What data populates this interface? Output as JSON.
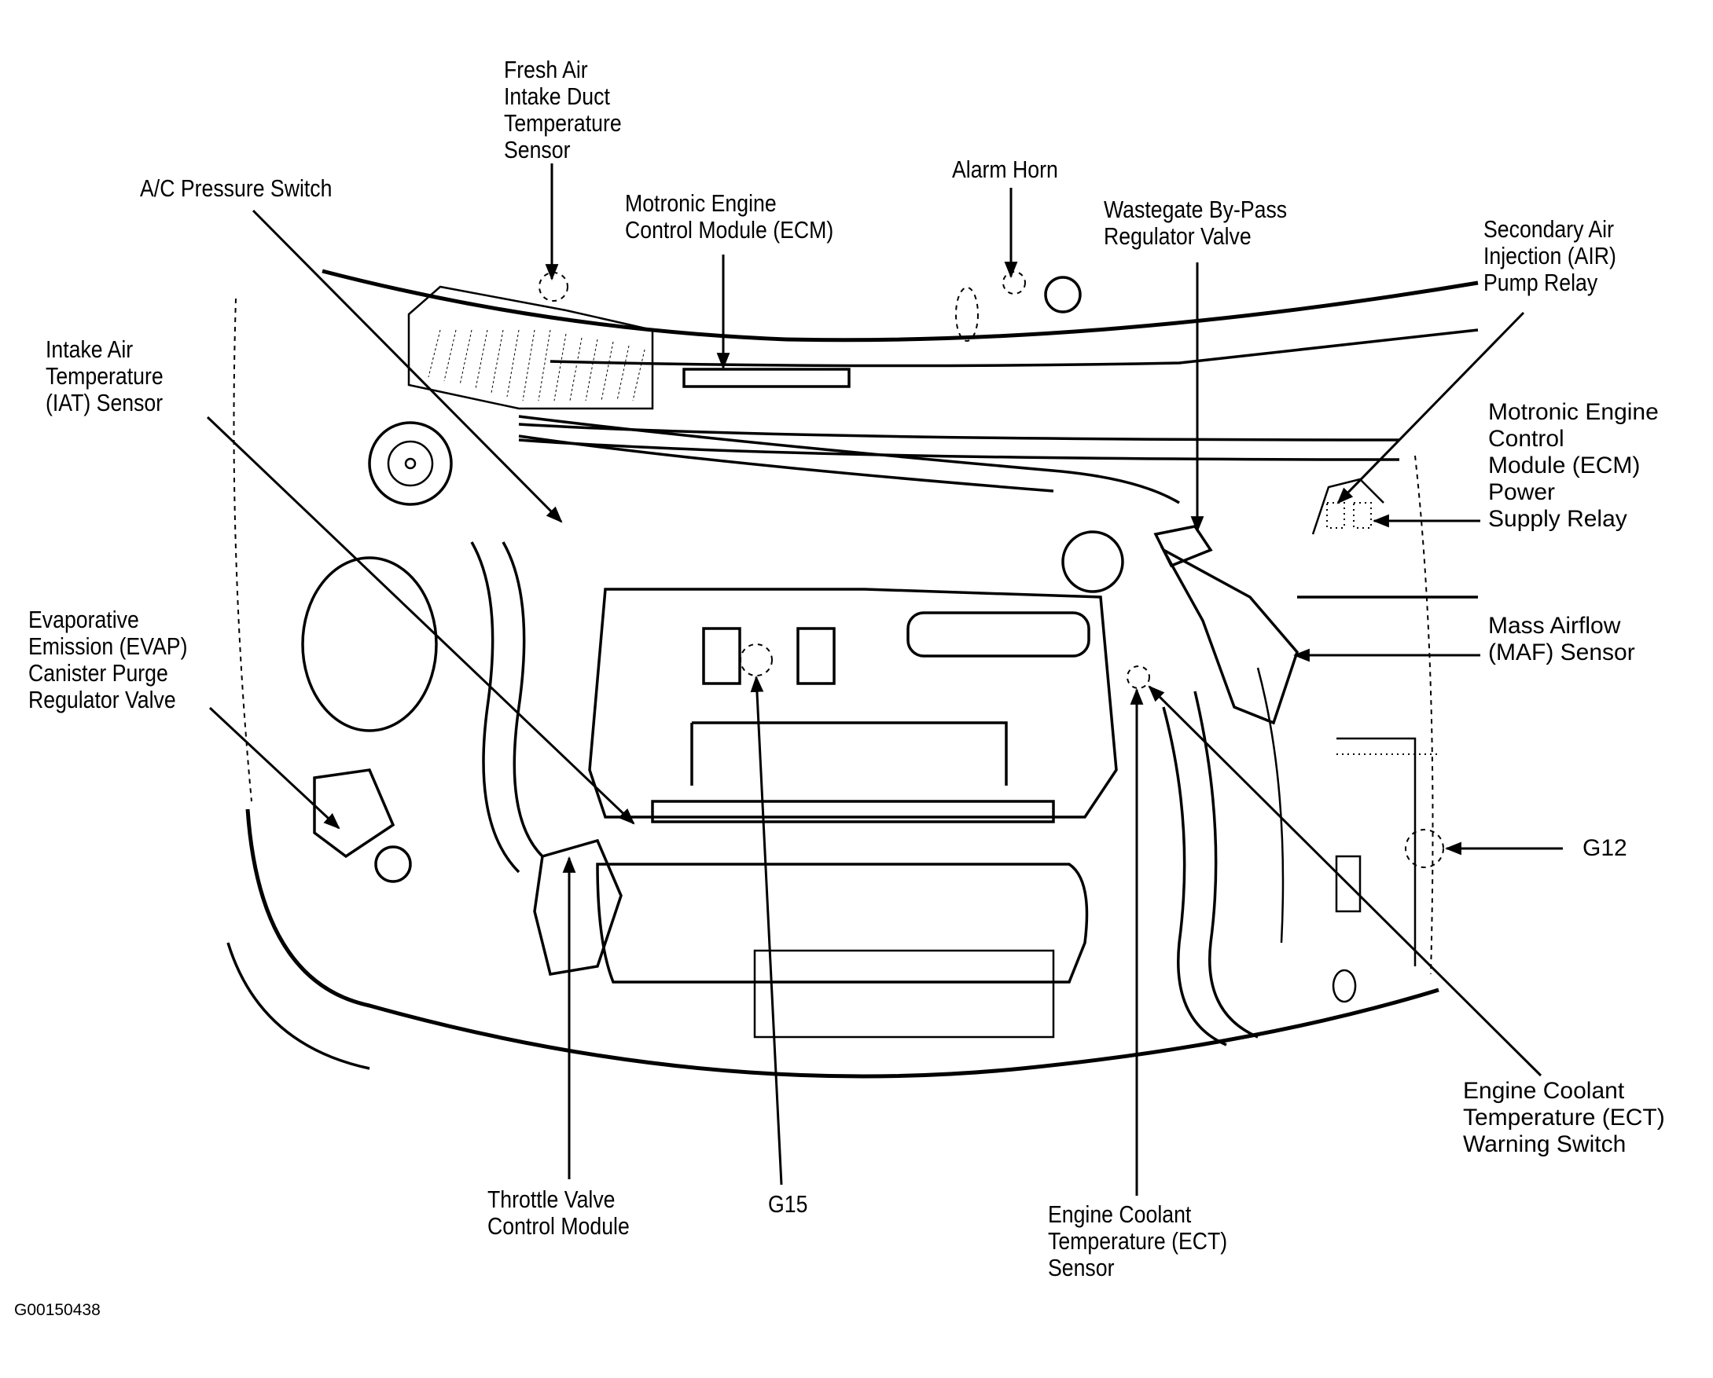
{
  "diagram": {
    "title": "Engine Compartment Component Locator",
    "figure_id": "G00150438",
    "callouts": [
      {
        "id": "fresh-air-intake-duct-temperature-sensor",
        "text": "Fresh Air\nIntake Duct\nTemperature\nSensor"
      },
      {
        "id": "ac-pressure-switch",
        "text": "A/C Pressure Switch"
      },
      {
        "id": "motronic-ecm",
        "text": "Motronic Engine\nControl Module (ECM)"
      },
      {
        "id": "alarm-horn",
        "text": "Alarm Horn"
      },
      {
        "id": "wastegate-bypass-regulator-valve",
        "text": "Wastegate By-Pass\nRegulator Valve"
      },
      {
        "id": "secondary-air-injection-pump-relay",
        "text": "Secondary Air\nInjection (AIR)\nPump Relay"
      },
      {
        "id": "intake-air-temperature-sensor",
        "text": "Intake Air\nTemperature\n(IAT) Sensor"
      },
      {
        "id": "motronic-ecm-power-supply-relay",
        "text": "Motronic Engine\nControl\nModule (ECM)\nPower\nSupply Relay"
      },
      {
        "id": "evap-canister-purge-regulator-valve",
        "text": "Evaporative\nEmission (EVAP)\nCanister Purge\nRegulator Valve"
      },
      {
        "id": "mass-airflow-sensor",
        "text": "Mass Airflow\n(MAF) Sensor"
      },
      {
        "id": "g12",
        "text": "G12"
      },
      {
        "id": "ect-warning-switch",
        "text": "Engine Coolant\nTemperature (ECT)\nWarning Switch"
      },
      {
        "id": "throttle-valve-control-module",
        "text": "Throttle Valve\nControl Module"
      },
      {
        "id": "g15",
        "text": "G15"
      },
      {
        "id": "ect-sensor",
        "text": "Engine Coolant\nTemperature (ECT)\nSensor"
      }
    ]
  }
}
